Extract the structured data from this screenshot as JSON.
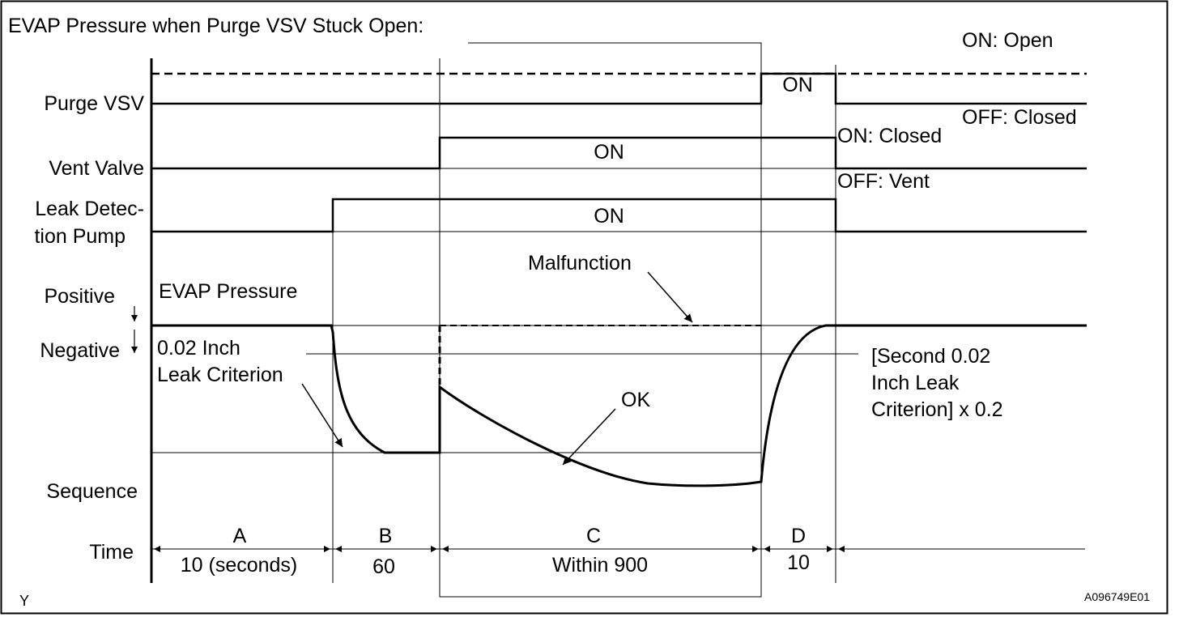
{
  "title": "EVAP Pressure when Purge VSV Stuck Open:",
  "figure_code": "A096749E01",
  "corner_mark": "Y",
  "rows": {
    "purge_vsv": "Purge VSV",
    "vent_valve": "Vent Valve",
    "pump_line1": "Leak Detec-",
    "pump_line2": "tion Pump",
    "positive": "Positive",
    "negative": "Negative",
    "sequence": "Sequence",
    "time": "Time"
  },
  "state_labels": {
    "on_open": "ON: Open",
    "off_closed": "OFF: Closed",
    "on_closed": "ON: Closed",
    "off_vent": "OFF: Vent",
    "purge_on": "ON",
    "vent_on": "ON",
    "pump_on": "ON"
  },
  "annotations": {
    "evap_pressure": "EVAP Pressure",
    "criterion_line1": "0.02 Inch",
    "criterion_line2": "Leak Criterion",
    "malfunction": "Malfunction",
    "ok": "OK",
    "second_line1": "[Second 0.02",
    "second_line2": "Inch Leak",
    "second_line3": "Criterion] x 0.2"
  },
  "sequence": [
    {
      "name": "A",
      "time": "10 (seconds)"
    },
    {
      "name": "B",
      "time": "60"
    },
    {
      "name": "C",
      "time": "Within 900"
    },
    {
      "name": "D",
      "time": "10"
    }
  ]
}
